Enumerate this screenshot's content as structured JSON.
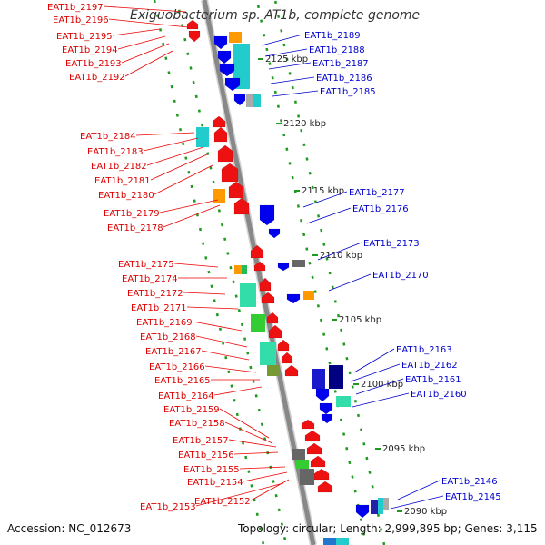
{
  "header": {
    "title": "Exiguobacterium sp. AT1b, complete genome"
  },
  "footer": {
    "accession": "Accession: NC_012673",
    "summary": "Topology: circular; Length: 2,999,895 bp; Genes: 3,115"
  },
  "colors": {
    "axis": "#888888",
    "ruler_dots": "#1e9a1e",
    "left_labels": "#dd0000",
    "right_labels": "#0000cc",
    "kbp_labels": "#222222"
  },
  "kbp_ticks": [
    "2125 kbp",
    "2120 kbp",
    "2115 kbp",
    "2110 kbp",
    "2105 kbp",
    "2100 kbp",
    "2095 kbp",
    "2090 kbp"
  ],
  "left_genes": [
    "EAT1b_2197",
    "EAT1b_2196",
    "EAT1b_2195",
    "EAT1b_2194",
    "EAT1b_2193",
    "EAT1b_2192",
    "EAT1b_2184",
    "EAT1b_2183",
    "EAT1b_2182",
    "EAT1b_2181",
    "EAT1b_2180",
    "EAT1b_2179",
    "EAT1b_2178",
    "EAT1b_2175",
    "EAT1b_2174",
    "EAT1b_2172",
    "EAT1b_2171",
    "EAT1b_2169",
    "EAT1b_2168",
    "EAT1b_2167",
    "EAT1b_2166",
    "EAT1b_2165",
    "EAT1b_2164",
    "EAT1b_2159",
    "EAT1b_2158",
    "EAT1b_2157",
    "EAT1b_2156",
    "EAT1b_2155",
    "EAT1b_2154",
    "EAT1b_2152",
    "EAT1b_2153"
  ],
  "right_genes": [
    "EAT1b_2189",
    "EAT1b_2188",
    "EAT1b_2187",
    "EAT1b_2186",
    "EAT1b_2185",
    "EAT1b_2177",
    "EAT1b_2176",
    "EAT1b_2173",
    "EAT1b_2170",
    "EAT1b_2163",
    "EAT1b_2162",
    "EAT1b_2161",
    "EAT1b_2160",
    "EAT1b_2146",
    "EAT1b_2145"
  ]
}
